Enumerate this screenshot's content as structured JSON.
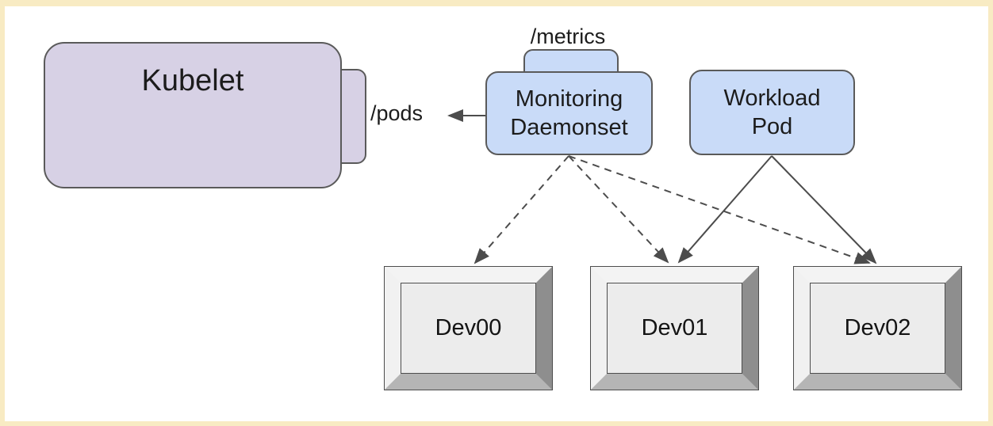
{
  "frame": {
    "border_color": "#f8ebc3",
    "canvas_background": "#ffffff"
  },
  "nodes": {
    "kubelet": {
      "label": "Kubelet",
      "fill": "#d7d1e5",
      "stroke": "#5a5a5a",
      "side_tab": "pods-endpoint"
    },
    "monitoring_daemonset": {
      "label_lines": [
        "Monitoring",
        "Daemonset"
      ],
      "fill": "#c9dbf8",
      "stroke": "#5a5a5a",
      "top_tab": "metrics-endpoint"
    },
    "workload_pod": {
      "label_lines": [
        "Workload",
        "Pod"
      ],
      "fill": "#c9dbf8",
      "stroke": "#5a5a5a"
    },
    "devices": [
      {
        "label": "Dev00"
      },
      {
        "label": "Dev01"
      },
      {
        "label": "Dev02"
      }
    ],
    "device_colors": {
      "face": "#ececec",
      "bevel_light": "#f3f3f3",
      "bevel_right": "#8e8e8e",
      "bevel_bottom": "#b5b5b5",
      "outline": "#4d4d4d"
    }
  },
  "endpoint_labels": {
    "metrics": "/metrics",
    "pods": "/pods"
  },
  "edges": [
    {
      "from": "monitoring-daemonset",
      "to": "kubelet-pods-endpoint",
      "style": "solid-arrow",
      "label": "/pods"
    },
    {
      "from": "monitoring-daemonset",
      "to": "dev00",
      "style": "dashed-arrow"
    },
    {
      "from": "monitoring-daemonset",
      "to": "dev01",
      "style": "dashed-arrow"
    },
    {
      "from": "monitoring-daemonset",
      "to": "dev02",
      "style": "dashed-arrow"
    },
    {
      "from": "workload-pod",
      "to": "dev01",
      "style": "solid-arrow"
    },
    {
      "from": "workload-pod",
      "to": "dev02",
      "style": "solid-arrow"
    }
  ],
  "edge_color": "#4c4c4c"
}
